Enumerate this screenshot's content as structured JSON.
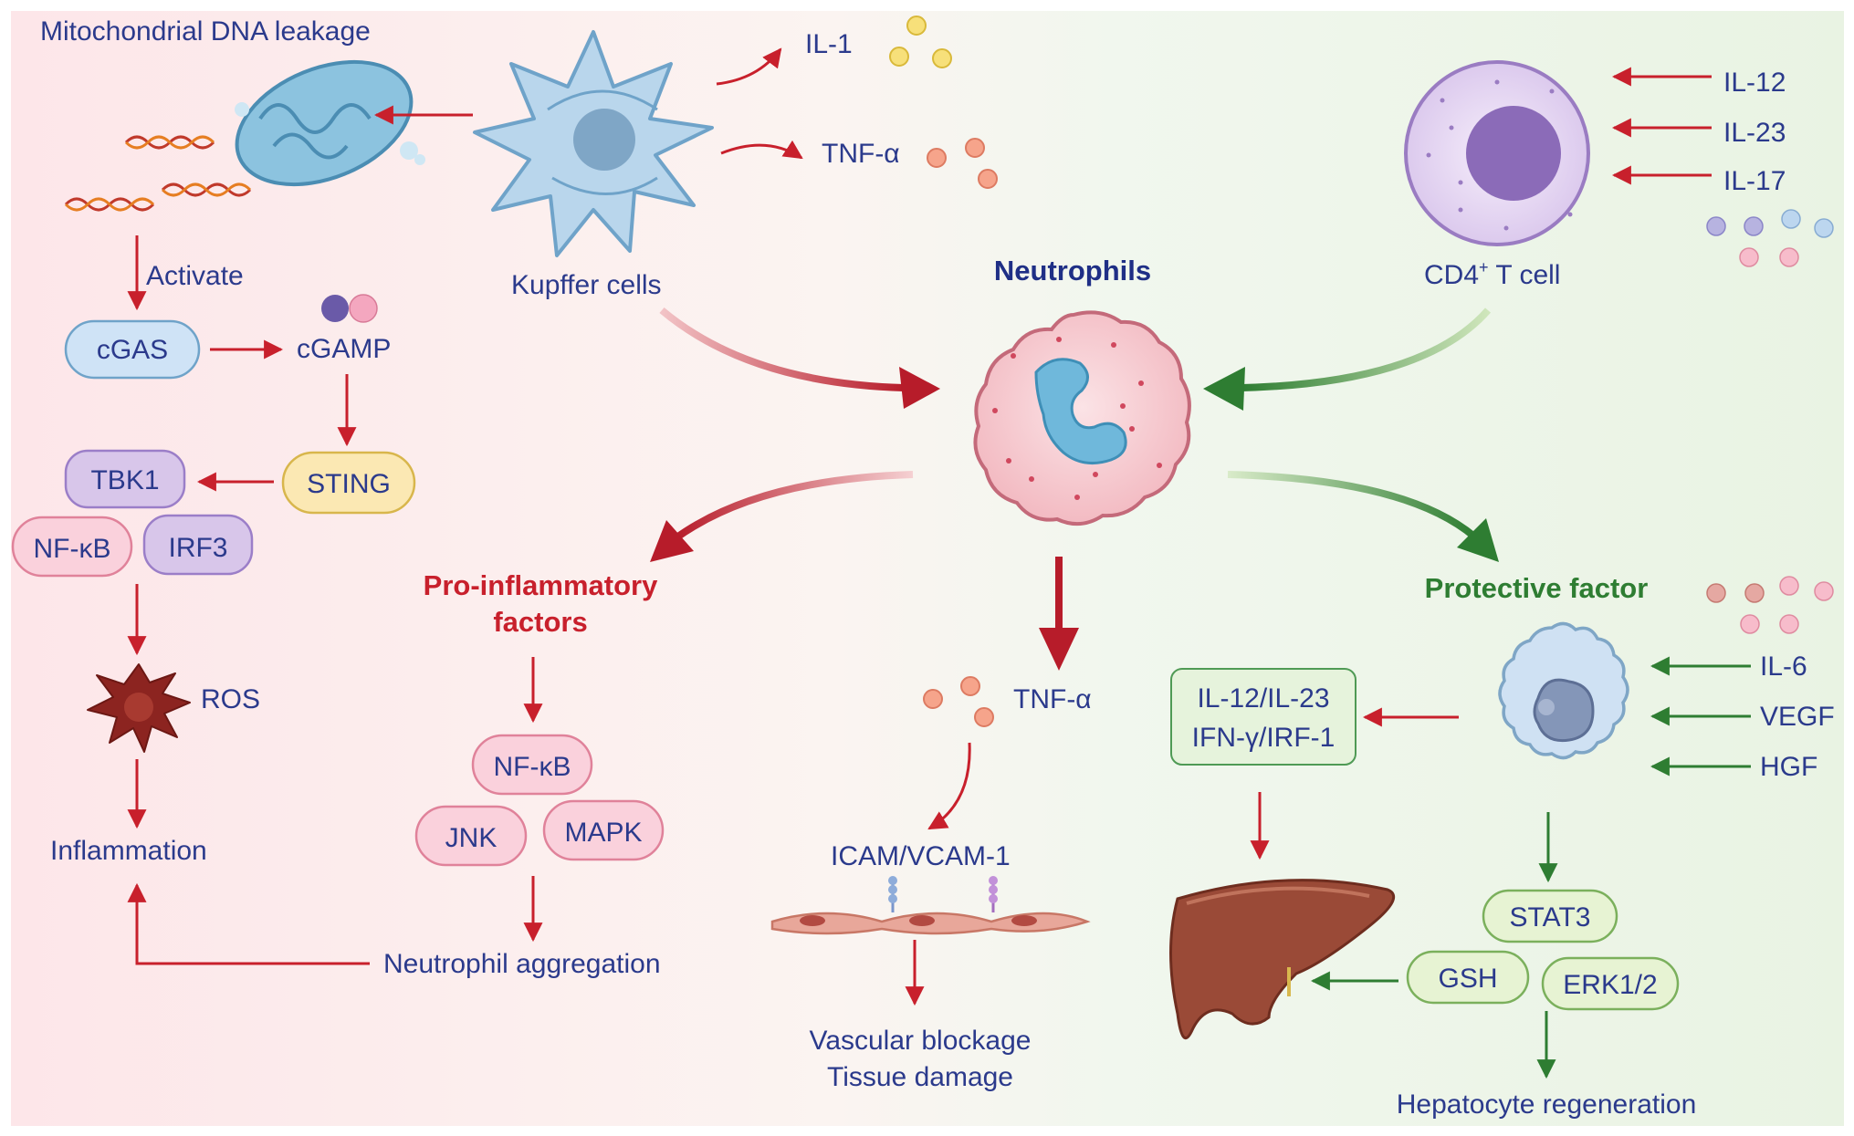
{
  "top": {
    "mito_title": "Mitochondrial DNA leakage",
    "kupffer": "Kupffer cells",
    "il1": "IL-1",
    "tnf": "TNF-α",
    "neutrophils": "Neutrophils",
    "cd4": "CD4",
    "cd4_sup": "+",
    "cd4_suffix": " T cell",
    "il12": "IL-12",
    "il23": "IL-23",
    "il17": "IL-17"
  },
  "left": {
    "activate": "Activate",
    "cgas": "cGAS",
    "cgamp": "cGAMP",
    "sting": "STING",
    "tbk1": "TBK1",
    "nfkb": "NF-κB",
    "irf3": "IRF3",
    "ros": "ROS",
    "inflammation": "Inflammation"
  },
  "middle": {
    "pro1": "Pro-inflammatory",
    "pro2": "factors",
    "nfkb": "NF-κB",
    "jnk": "JNK",
    "mapk": "MAPK",
    "aggregation": "Neutrophil aggregation",
    "tnf": "TNF-α",
    "icam": "ICAM/VCAM-1",
    "vasc": "Vascular blockage",
    "tissue": "Tissue damage"
  },
  "right": {
    "protective": "Protective factor",
    "box1": "IL-12/IL-23",
    "box2": "IFN-γ/IRF-1",
    "il6": "IL-6",
    "vegf": "VEGF",
    "hgf": "HGF",
    "stat3": "STAT3",
    "gsh": "GSH",
    "erk": "ERK1/2",
    "regen": "Hepatocyte regeneration"
  },
  "colors": {
    "text_navy": "#2b3a8c",
    "red": "#c8202c",
    "green": "#2e7d32",
    "bg_left": "#fde8ea",
    "bg_right": "#eef6e8"
  }
}
